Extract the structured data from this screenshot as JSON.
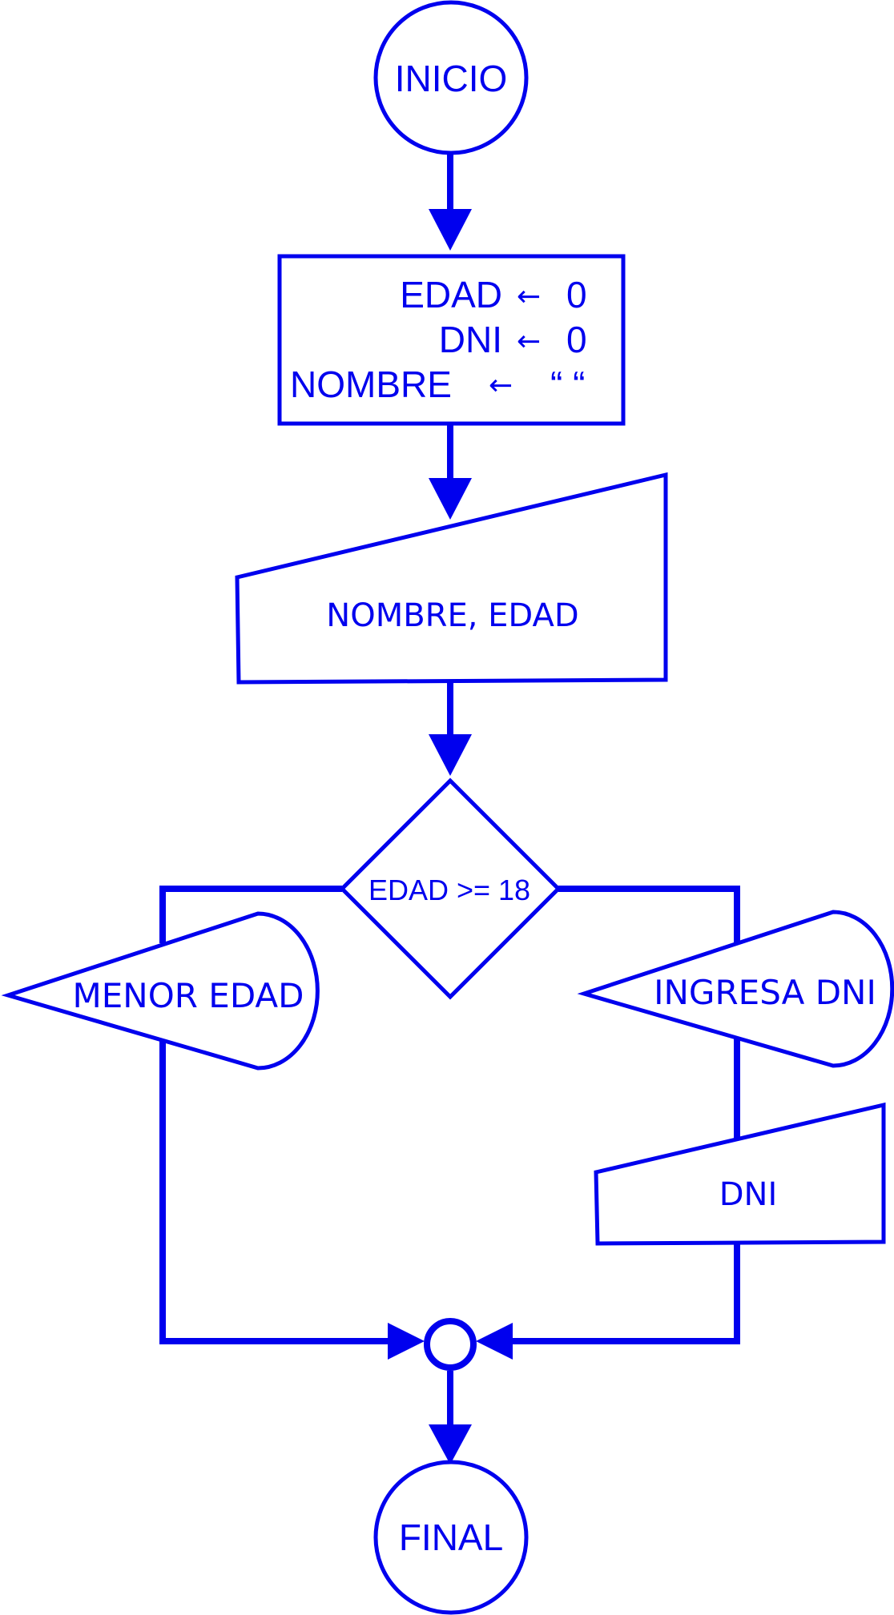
{
  "diagram": {
    "start_label": "INICIO",
    "end_label": "FINAL",
    "init": {
      "line1_var": "EDAD",
      "line2_var": "DNI",
      "line3_var": "NOMBRE",
      "assign_symbol": "←",
      "line1_value": "0",
      "line2_value": "0",
      "line3_value": "“ “"
    },
    "input_1": "NOMBRE, EDAD",
    "decision": "EDAD >= 18",
    "output_left": "MENOR EDAD",
    "output_right": "INGRESA DNI",
    "input_2": "DNI"
  },
  "colors": {
    "stroke": "#0000ee",
    "background": "#ffffff"
  }
}
